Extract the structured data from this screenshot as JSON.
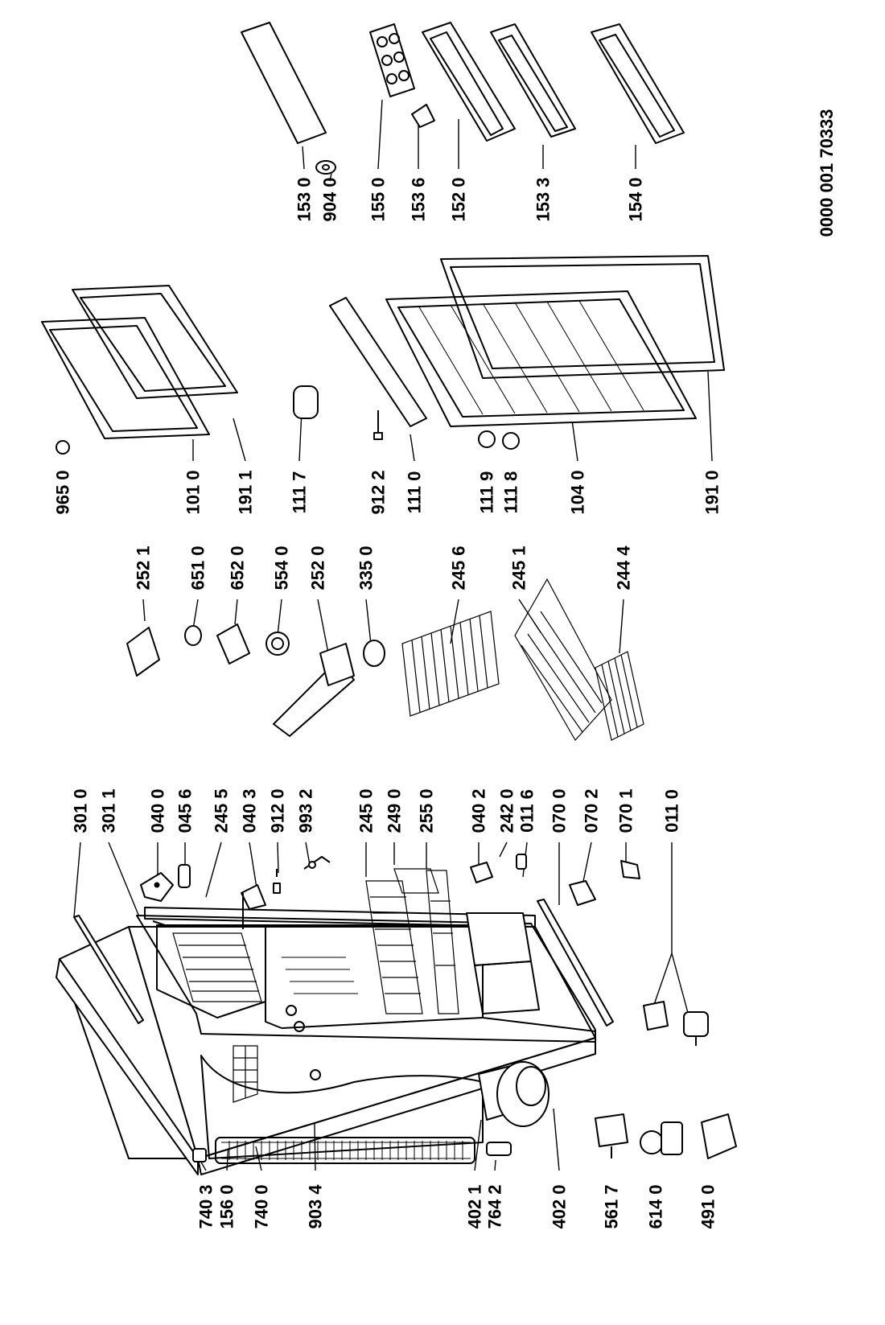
{
  "document_number": "0000 001 70333",
  "parts": [
    {
      "id": "p301_0",
      "label": "301 0"
    },
    {
      "id": "p301_1",
      "label": "301 1"
    },
    {
      "id": "p040_0",
      "label": "040 0"
    },
    {
      "id": "p045_6",
      "label": "045 6"
    },
    {
      "id": "p245_5",
      "label": "245 5"
    },
    {
      "id": "p040_3",
      "label": "040 3"
    },
    {
      "id": "p912_0",
      "label": "912 0"
    },
    {
      "id": "p993_2",
      "label": "993 2"
    },
    {
      "id": "p245_0",
      "label": "245 0"
    },
    {
      "id": "p249_0",
      "label": "249 0"
    },
    {
      "id": "p255_0",
      "label": "255 0"
    },
    {
      "id": "p040_2",
      "label": "040 2"
    },
    {
      "id": "p242_0",
      "label": "242 0"
    },
    {
      "id": "p011_6",
      "label": "011 6"
    },
    {
      "id": "p070_0",
      "label": "070 0"
    },
    {
      "id": "p070_2",
      "label": "070 2"
    },
    {
      "id": "p070_1",
      "label": "070 1"
    },
    {
      "id": "p011_0",
      "label": "011 0"
    },
    {
      "id": "p252_1",
      "label": "252 1"
    },
    {
      "id": "p651_0",
      "label": "651 0"
    },
    {
      "id": "p652_0",
      "label": "652 0"
    },
    {
      "id": "p554_0",
      "label": "554 0"
    },
    {
      "id": "p252_0",
      "label": "252 0"
    },
    {
      "id": "p335_0",
      "label": "335 0"
    },
    {
      "id": "p245_6",
      "label": "245 6"
    },
    {
      "id": "p245_1",
      "label": "245 1"
    },
    {
      "id": "p244_4",
      "label": "244 4"
    },
    {
      "id": "p965_0",
      "label": "965 0"
    },
    {
      "id": "p101_0",
      "label": "101 0"
    },
    {
      "id": "p191_1",
      "label": "191 1"
    },
    {
      "id": "p111_7",
      "label": "111 7"
    },
    {
      "id": "p912_2",
      "label": "912 2"
    },
    {
      "id": "p111_0",
      "label": "111 0"
    },
    {
      "id": "p111_9",
      "label": "111 9"
    },
    {
      "id": "p111_8",
      "label": "111 8"
    },
    {
      "id": "p104_0",
      "label": "104 0"
    },
    {
      "id": "p191_0",
      "label": "191 0"
    },
    {
      "id": "p153_0",
      "label": "153 0"
    },
    {
      "id": "p904_0",
      "label": "904 0"
    },
    {
      "id": "p155_0",
      "label": "155 0"
    },
    {
      "id": "p153_6",
      "label": "153 6"
    },
    {
      "id": "p152_0",
      "label": "152 0"
    },
    {
      "id": "p153_3",
      "label": "153 3"
    },
    {
      "id": "p154_0",
      "label": "154 0"
    },
    {
      "id": "p740_3",
      "label": "740 3"
    },
    {
      "id": "p156_0",
      "label": "156 0"
    },
    {
      "id": "p740_0",
      "label": "740 0"
    },
    {
      "id": "p903_4",
      "label": "903 4"
    },
    {
      "id": "p402_1",
      "label": "402 1"
    },
    {
      "id": "p764_2",
      "label": "764 2"
    },
    {
      "id": "p402_0",
      "label": "402 0"
    },
    {
      "id": "p561_7",
      "label": "561 7"
    },
    {
      "id": "p614_0",
      "label": "614 0"
    },
    {
      "id": "p491_0",
      "label": "491 0"
    }
  ]
}
